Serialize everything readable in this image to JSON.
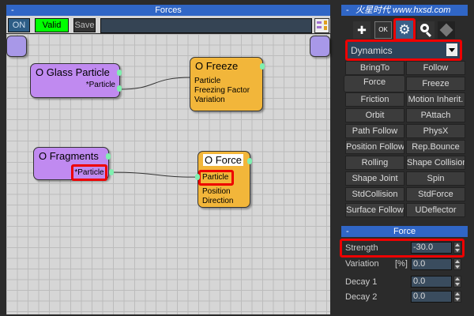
{
  "left_panel": {
    "title": "Forces",
    "minimize": "-",
    "on_label": "ON",
    "valid_label": "Valid",
    "save_label": "Save"
  },
  "nodes": {
    "glass_particle": {
      "title": "O Glass Particle",
      "output": "*Particle"
    },
    "freeze": {
      "title": "O Freeze",
      "inputs": [
        "Particle",
        "Freezing Factor",
        "Variation"
      ]
    },
    "fragments": {
      "title": "O Fragments",
      "output": "*Particle"
    },
    "force": {
      "title": "O Force",
      "inputs": [
        "Particle",
        "Position",
        "Direction"
      ]
    }
  },
  "right_panel": {
    "minimize": "-",
    "dropdown_value": "Dynamics",
    "watermark": "火星时代 www.hxsd.com",
    "buttons": [
      [
        "BringTo",
        "Follow"
      ],
      [
        "Force",
        "Freeze"
      ],
      [
        "Friction",
        "Motion Inherit."
      ],
      [
        "Orbit",
        "PAttach"
      ],
      [
        "Path Follow",
        "PhysX"
      ],
      [
        "Position Follow",
        "Rep.Bounce"
      ],
      [
        "Rolling",
        "Shape Collision"
      ],
      [
        "Shape Joint",
        "Spin"
      ],
      [
        "StdCollision",
        "StdForce"
      ],
      [
        "Surface Follow",
        "UDeflector"
      ]
    ]
  },
  "force_rollout": {
    "title": "Force",
    "minimize": "-",
    "strength_label": "Strength",
    "strength": "-30.0",
    "variation_label": "Variation",
    "variation_unit": "[%]",
    "variation": "0.0",
    "decay1_label": "Decay 1",
    "decay1": "0.0",
    "decay2_label": "Decay 2",
    "decay2": "0.0"
  },
  "colors": {
    "accent": "#3066c6",
    "highlight": "#e00000",
    "valid": "#00ff00"
  }
}
